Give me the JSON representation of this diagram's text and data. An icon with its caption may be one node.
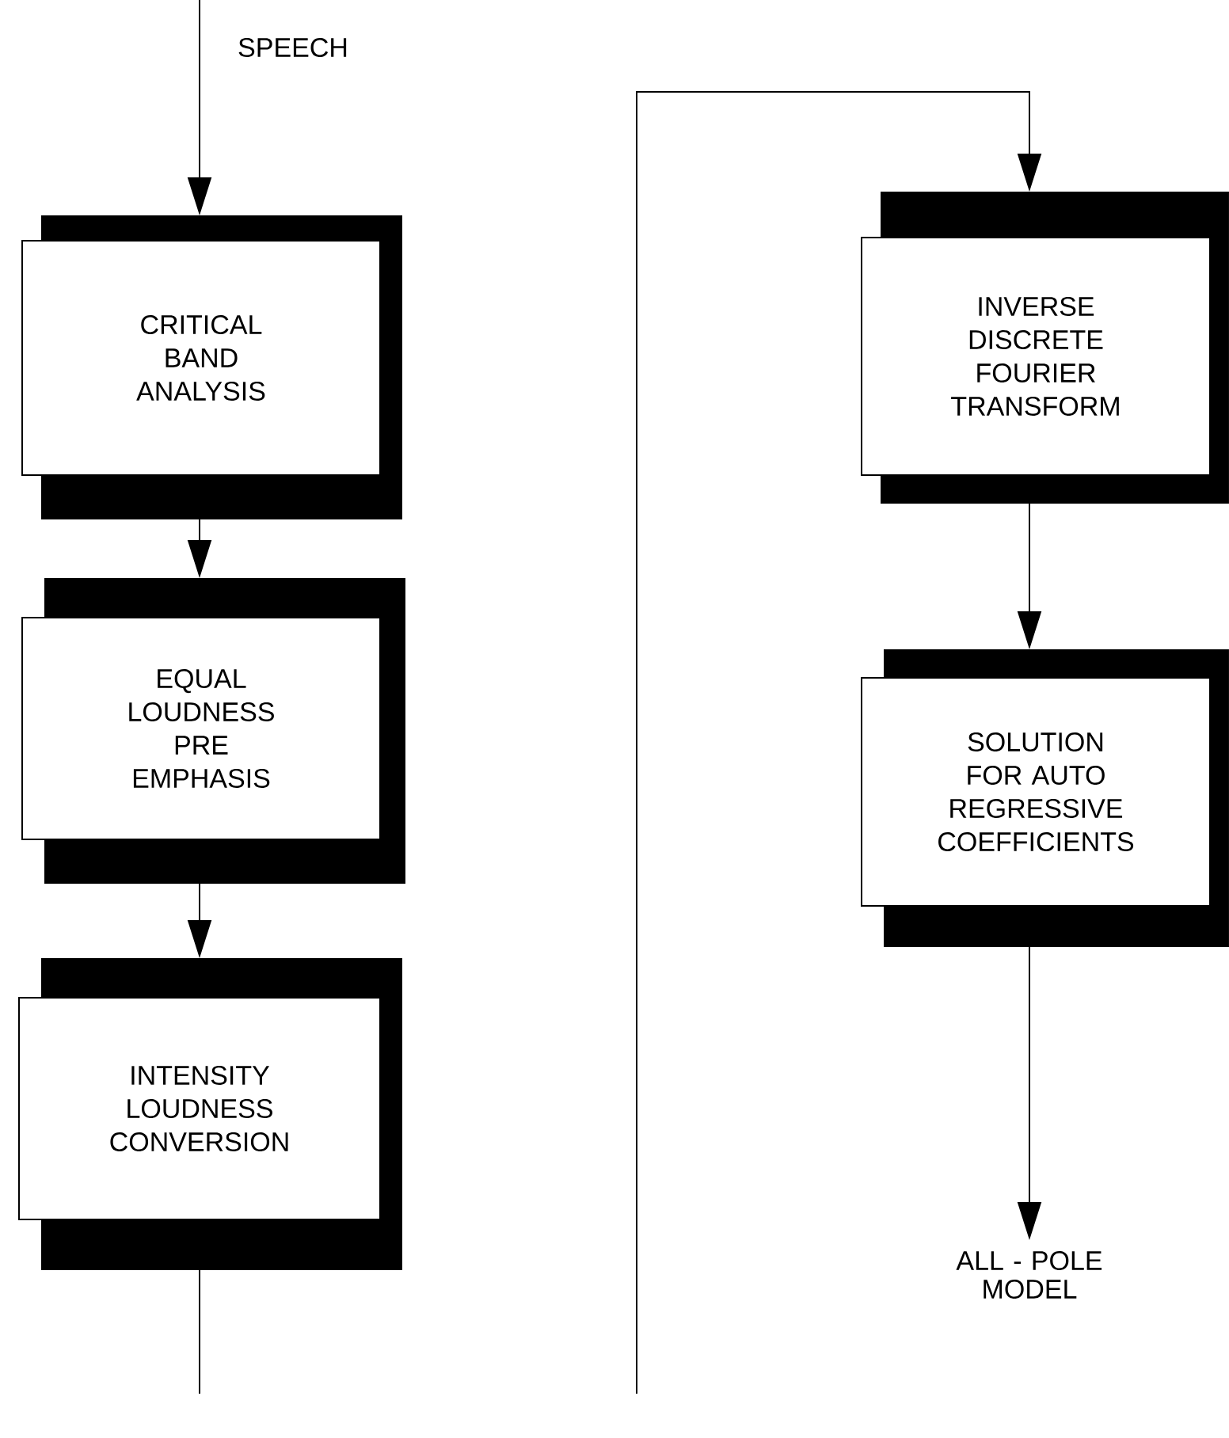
{
  "diagram": {
    "nodes": [
      {
        "text": [
          "CRITICAL BAND ANALYSIS"
        ]
      },
      {
        "text": [
          "EQUAL LOUDNESS PRE EMPHASIS"
        ]
      },
      {
        "text": [
          "INTENSITY LOUDNESS CONVERSION"
        ]
      },
      {
        "text": [
          "INVERSE DISCRETE FOURIER TRANSFORM"
        ]
      },
      {
        "text": [
          "SOLUTION FOR AUTO REGRESSIVE COEFFICIENTS"
        ]
      },
      {
        "text": [
          "ALL - POLE MODEL"
        ]
      }
    ],
    "edges": [
      {
        "from": null,
        "to": 0,
        "arrow": "to",
        "label": "SPEECH"
      },
      {
        "from": 0,
        "to": 1,
        "arrow": "to"
      },
      {
        "from": 1,
        "to": 2,
        "arrow": "to"
      },
      {
        "from": 2,
        "to": null,
        "arrow": "none"
      },
      {
        "from": null,
        "to": 3,
        "arrow": "to"
      },
      {
        "from": 3,
        "to": 4,
        "arrow": "to"
      },
      {
        "from": 4,
        "to": 5,
        "arrow": "to"
      }
    ]
  }
}
